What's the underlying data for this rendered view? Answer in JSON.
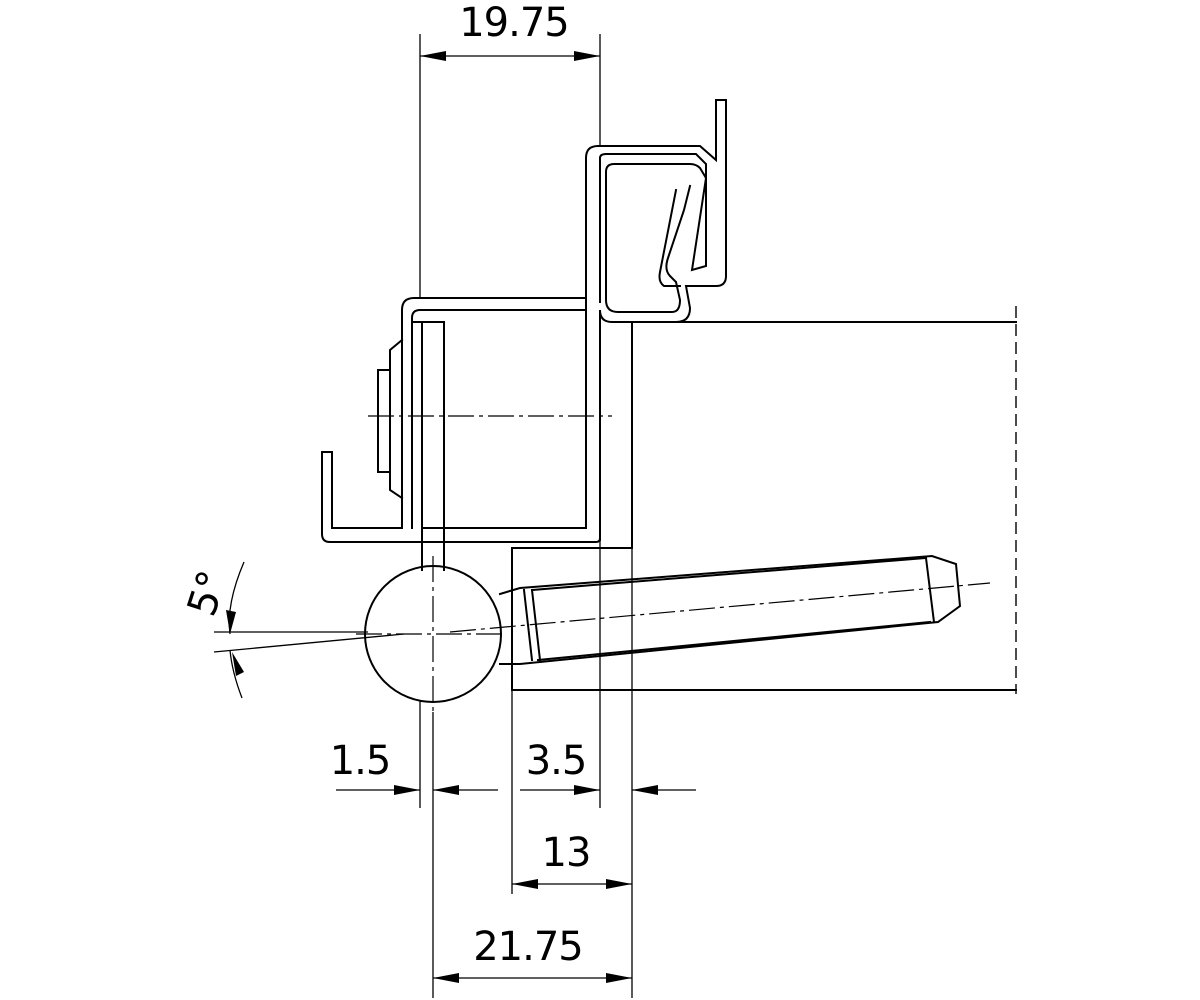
{
  "dimensions": {
    "top_width": "19.75",
    "offset_left": "1.5",
    "offset_right": "3.5",
    "depth": "13",
    "bottom_width": "21.75",
    "angle": "5°"
  }
}
